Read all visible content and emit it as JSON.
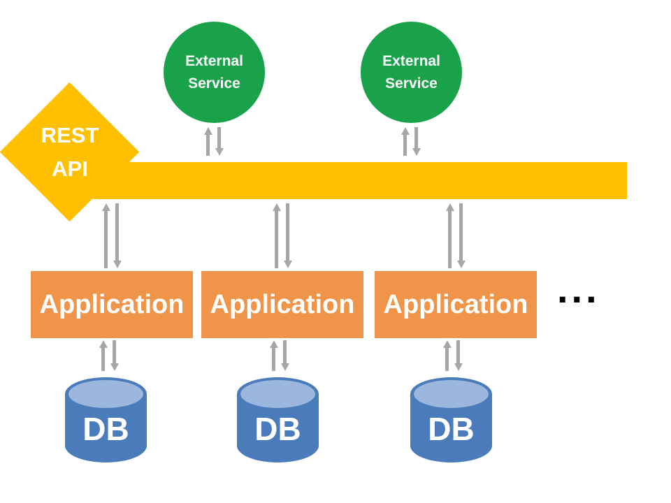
{
  "diagram": {
    "rest_api": {
      "line1": "REST",
      "line2": "API"
    },
    "external_services": [
      {
        "line1": "External",
        "line2": "Service"
      },
      {
        "line1": "External",
        "line2": "Service"
      }
    ],
    "applications": [
      {
        "label": "Application"
      },
      {
        "label": "Application"
      },
      {
        "label": "Application"
      }
    ],
    "databases": [
      {
        "label": "DB"
      },
      {
        "label": "DB"
      },
      {
        "label": "DB"
      }
    ],
    "more_indicator": "...",
    "colors": {
      "bus": "#FFC000",
      "external_service": "#1AA24B",
      "application": "#F0944A",
      "database_body": "#4A7BBB",
      "database_top": "#9BB7DE",
      "arrow": "#A6A6A6",
      "label_text": "#FFFFFF",
      "more_indicator_text": "#000000"
    }
  }
}
